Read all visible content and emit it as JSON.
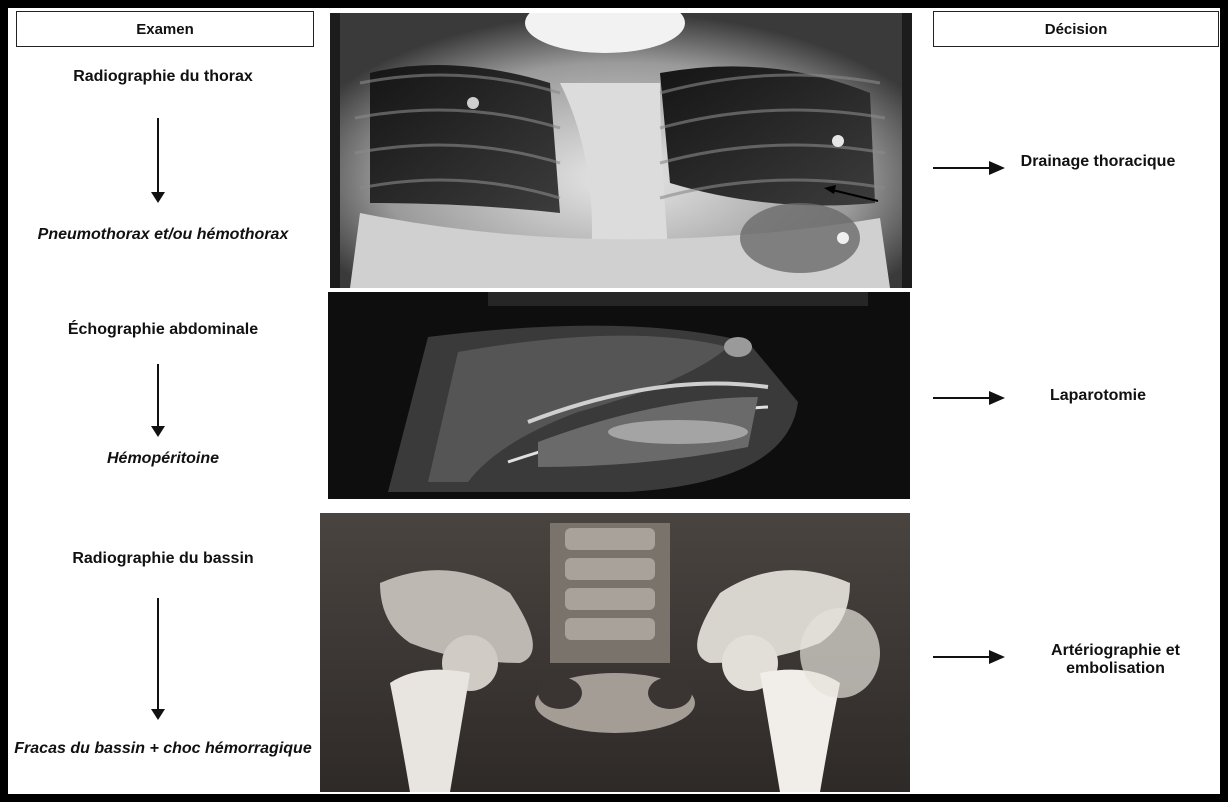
{
  "headers": {
    "left": "Examen",
    "right": "Décision"
  },
  "rows": [
    {
      "exam": "Radiographie du thorax",
      "finding": "Pneumothorax et/ou hémothorax",
      "decision": "Drainage thoracique",
      "image": "chest-xray-image"
    },
    {
      "exam": "Échographie abdominale",
      "finding": "Hémopéritoine",
      "decision": "Laparotomie",
      "image": "abdominal-ultrasound-image"
    },
    {
      "exam": "Radiographie du bassin",
      "finding": "Fracas du bassin + choc hémorragique",
      "decision": "Artériographie et embolisation",
      "image": "pelvis-xray-image"
    }
  ]
}
